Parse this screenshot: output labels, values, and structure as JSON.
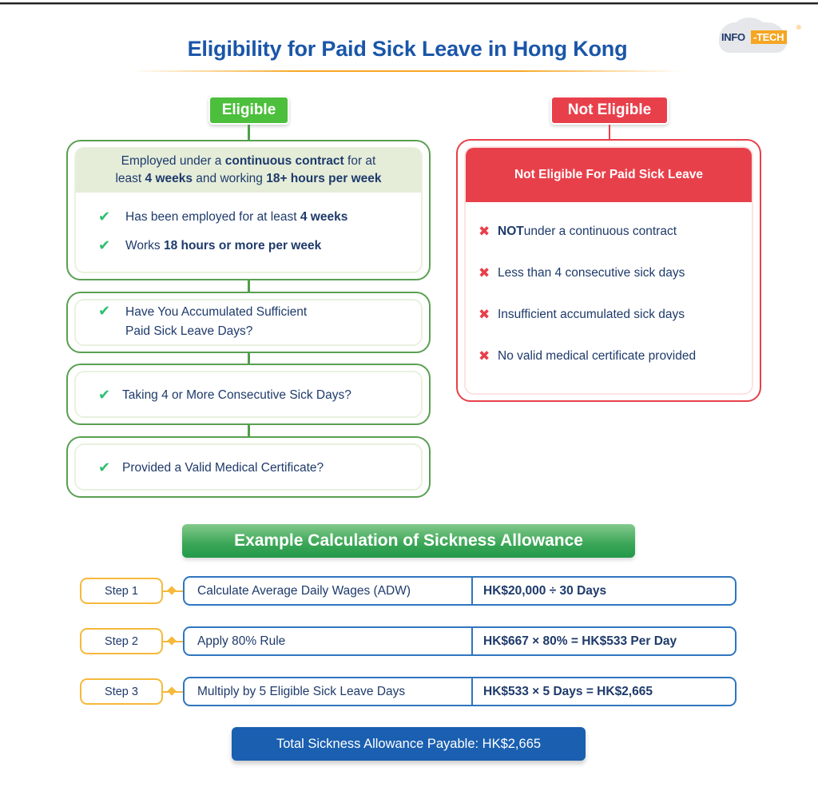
{
  "header": {
    "title": "Eligibility for Paid Sick Leave in Hong Kong",
    "logo": {
      "info": "INFO",
      "tech": "-TECH",
      "registered": "®"
    }
  },
  "eligible": {
    "label": "Eligible",
    "main_box": {
      "heading_parts": [
        {
          "text": "Employed under a ",
          "bold": false
        },
        {
          "text": "continuous contract",
          "bold": true
        },
        {
          "text": " for at least ",
          "bold": false
        },
        {
          "text": "4 weeks",
          "bold": true
        },
        {
          "text": " and working ",
          "bold": false
        },
        {
          "text": "18+ hours per week",
          "bold": true
        }
      ],
      "heading_line1_a": "Employed under a ",
      "heading_line1_b": "continuous contract",
      "heading_line1_c": " for at",
      "heading_line2_a": "least ",
      "heading_line2_b": "4 weeks",
      "heading_line2_c": " and working ",
      "heading_line2_d": "18+ hours per week",
      "items": [
        {
          "text_a": "Has been employed for at least ",
          "text_b": "4 weeks"
        },
        {
          "text_a": "Works ",
          "text_b": "18 hours or more per week"
        }
      ]
    },
    "checks": [
      {
        "line1": "Have You Accumulated Sufficient",
        "line2": "Paid Sick Leave Days?"
      },
      {
        "line1": "Taking 4 or More Consecutive Sick Days?"
      },
      {
        "line1": "Provided a Valid Medical Certificate?"
      }
    ],
    "check_icon": "✔"
  },
  "not_eligible": {
    "label": "Not Eligible",
    "box_heading": "Not Eligible For Paid Sick Leave",
    "x_icon": "✖",
    "items": [
      {
        "bold": "NOT",
        "text": " under a continuous contract"
      },
      {
        "bold": "",
        "text": "Less than 4 consecutive sick days"
      },
      {
        "bold": "",
        "text": "Insufficient accumulated sick days"
      },
      {
        "bold": "",
        "text": "No valid medical certificate provided"
      }
    ]
  },
  "calculation": {
    "title": "Example Calculation of Sickness Allowance",
    "steps": [
      {
        "label": "Step 1",
        "description": "Calculate Average Daily Wages (ADW)",
        "value": "HK$20,000 ÷ 30 Days"
      },
      {
        "label": "Step 2",
        "description": "Apply 80% Rule",
        "value": "HK$667 × 80% = HK$533 Per Day"
      },
      {
        "label": "Step 3",
        "description": "Multiply by 5 Eligible Sick Leave Days",
        "value": "HK$533 × 5 Days = HK$2,665"
      }
    ],
    "total": "Total Sickness Allowance Payable: HK$2,665"
  },
  "colors": {
    "title_blue": "#1a56a8",
    "eligible_green": "#4cbf3c",
    "box_green": "#5a9f52",
    "not_eligible_red": "#e8404b",
    "step_orange": "#f6b93b",
    "calc_blue": "#2f75c0",
    "total_blue": "#1a5fb0",
    "text_navy": "#1e3a6b"
  }
}
